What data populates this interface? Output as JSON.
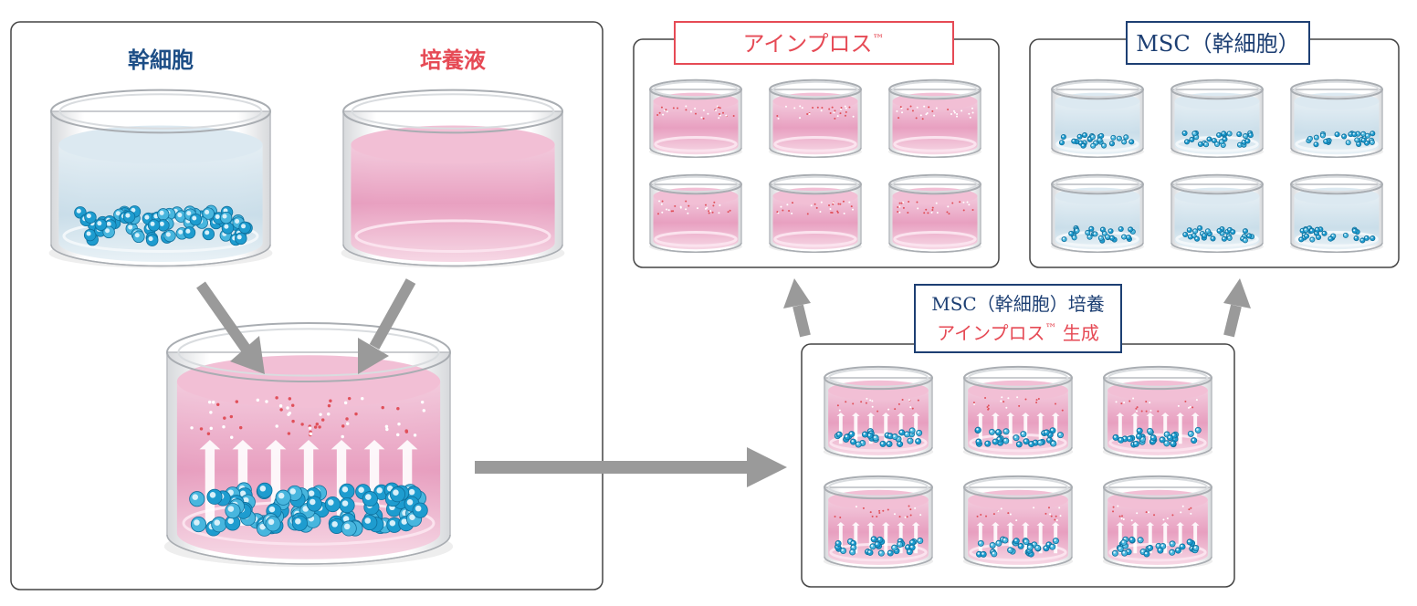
{
  "labels": {
    "stem_cells": "幹細胞",
    "culture_medium": "培養液",
    "ainpros": "アインプロス",
    "ainpros_tm": "™",
    "msc_title": "MSC（幹細胞）",
    "center_line1": "MSC（幹細胞）培養",
    "center_line2_main": "アインプロス",
    "center_line2_tm": "™",
    "center_line2_suffix": " 生成"
  },
  "colors": {
    "accent_red": "#e64a55",
    "accent_blue": "#1d3f73",
    "arrow_gray": "#9a9a9a",
    "panel_border": "#444444",
    "liquid_pink": "#e9a7c4",
    "liquid_blue": "#cfe1ec",
    "cell_blue": "#1e9ccf"
  }
}
